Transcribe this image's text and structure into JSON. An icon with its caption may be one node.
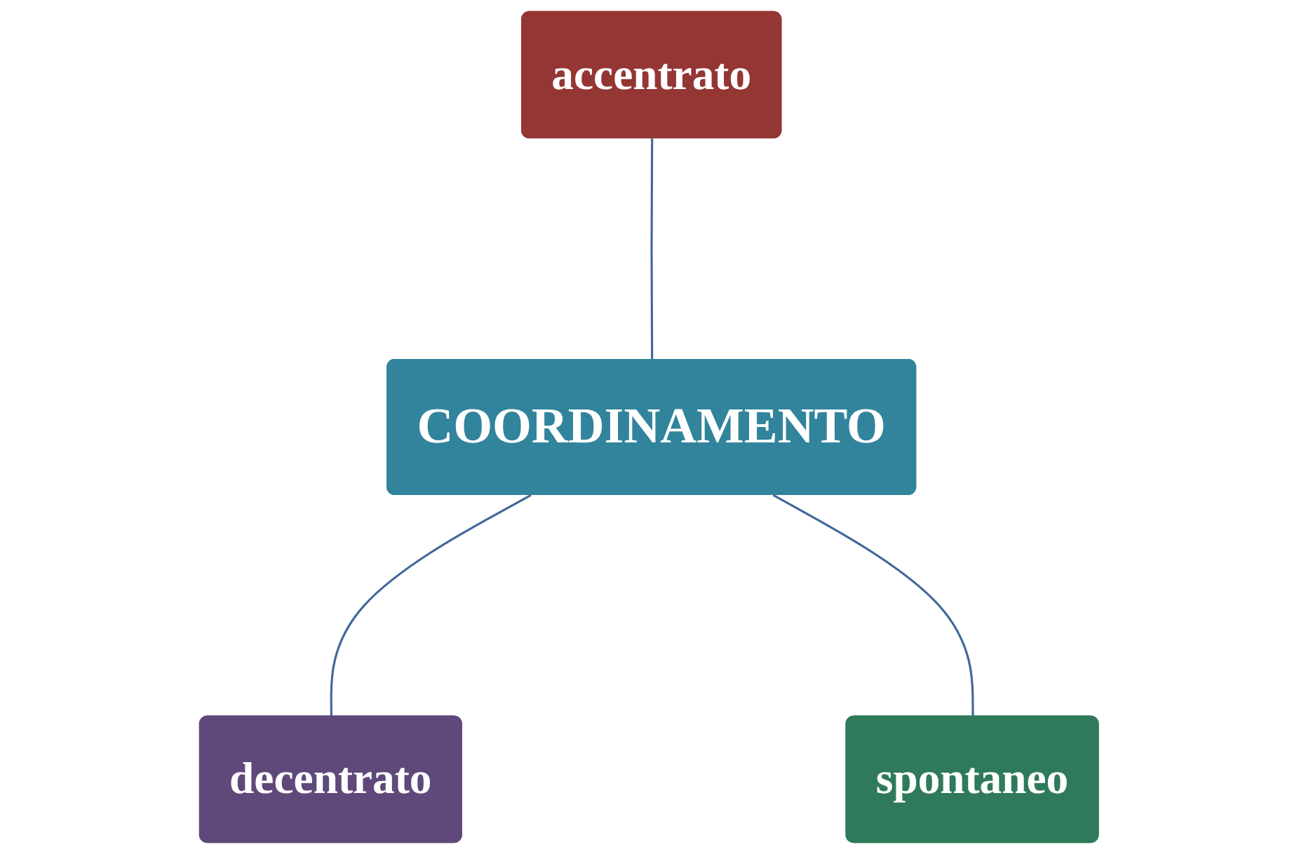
{
  "diagram": {
    "nodes": [
      {
        "text": [
          "accentrato"
        ]
      },
      {
        "text": [
          "COORDINAMENTO"
        ]
      },
      {
        "text": [
          "decentrato"
        ]
      },
      {
        "text": [
          "spontaneo"
        ]
      }
    ],
    "edges": [
      {
        "from": 0,
        "to": 1,
        "arrow": "none"
      },
      {
        "from": 1,
        "to": 2,
        "arrow": "none"
      },
      {
        "from": 1,
        "to": 3,
        "arrow": "none"
      }
    ]
  }
}
